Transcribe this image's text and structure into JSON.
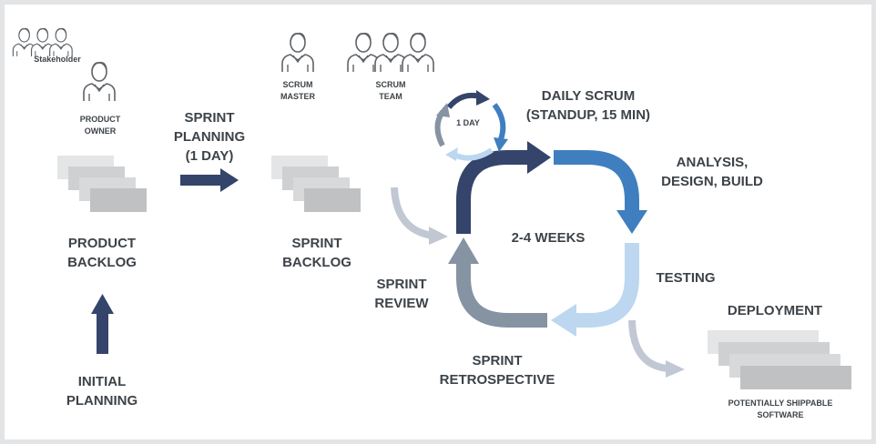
{
  "stakeholder": {
    "label": "Stakeholder"
  },
  "product_owner": {
    "line1": "PRODUCT",
    "line2": "OWNER"
  },
  "scrum_master": {
    "line1": "SCRUM",
    "line2": "MASTER"
  },
  "scrum_team": {
    "line1": "SCRUM",
    "line2": "TEAM"
  },
  "sprint_planning": {
    "line1": "SPRINT",
    "line2": "PLANNING",
    "line3": "(1 DAY)"
  },
  "product_backlog": {
    "line1": "PRODUCT",
    "line2": "BACKLOG"
  },
  "sprint_backlog": {
    "line1": "SPRINT",
    "line2": "BACKLOG"
  },
  "initial_planning": {
    "line1": "INITIAL",
    "line2": "PLANNING"
  },
  "daily_scrum": {
    "line1": "DAILY SCRUM",
    "line2": "(STANDUP, 15 MIN)",
    "cycle_label": "1 DAY"
  },
  "sprint_cycle": {
    "duration": "2-4 WEEKS"
  },
  "analysis": {
    "line1": "ANALYSIS,",
    "line2": "DESIGN, BUILD"
  },
  "testing": {
    "label": "TESTING"
  },
  "sprint_review": {
    "line1": "SPRINT",
    "line2": "REVIEW"
  },
  "sprint_retrospective": {
    "line1": "SPRINT",
    "line2": "RETROSPECTIVE"
  },
  "deployment": {
    "label": "DEPLOYMENT",
    "caption1": "POTENTIALLY SHIPPABLE",
    "caption2": "SOFTWARE"
  },
  "colors": {
    "navy": "#34446b",
    "blue": "#3f7fc0",
    "light_blue": "#bcd7ef",
    "slate": "#8593a3",
    "gray_arrow": "#c1c8d4",
    "card_light": "#e4e5e6",
    "card_mid": "#cfd0d1",
    "card_dark": "#c0c1c2",
    "text": "#3d4348",
    "icon": "#5f6368"
  }
}
